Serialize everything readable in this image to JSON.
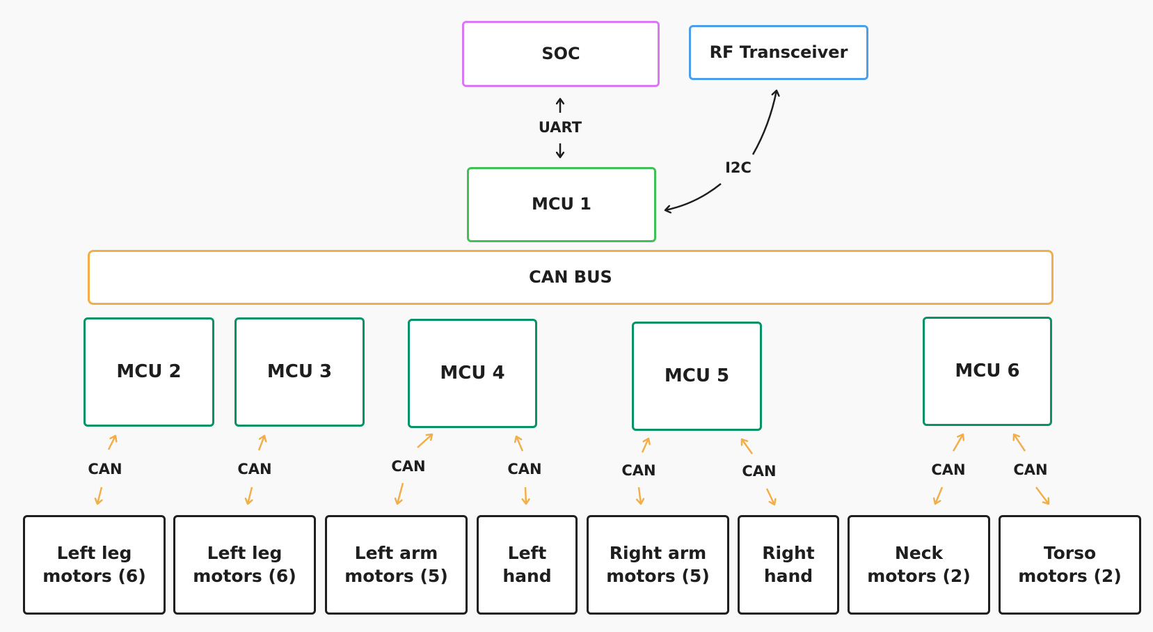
{
  "colors": {
    "background": "#f9f9f9",
    "soc_border": "#da77f2",
    "rf_border": "#4a9eea",
    "mcu1_border": "#40c057",
    "bus_border": "#f2ae4a",
    "mcu_border": "#099268",
    "leaf_border": "#1e1e1e",
    "can_arrow": "#f2ae4a",
    "main_arrow": "#1e1e1e"
  },
  "top": {
    "soc": "SOC",
    "rf": "RF Transceiver",
    "mcu1": "MCU 1",
    "uart_label": "UART",
    "i2c_label": "I2C"
  },
  "bus": {
    "label": "CAN BUS"
  },
  "mcus": [
    "MCU 2",
    "MCU 3",
    "MCU 4",
    "MCU 5",
    "MCU 6"
  ],
  "leaves": [
    "Left leg\nmotors (6)",
    "Left leg\nmotors (6)",
    "Left arm\nmotors (5)",
    "Left\nhand",
    "Right arm\nmotors (5)",
    "Right\nhand",
    "Neck\nmotors (2)",
    "Torso\nmotors (2)"
  ],
  "can_label": "CAN"
}
